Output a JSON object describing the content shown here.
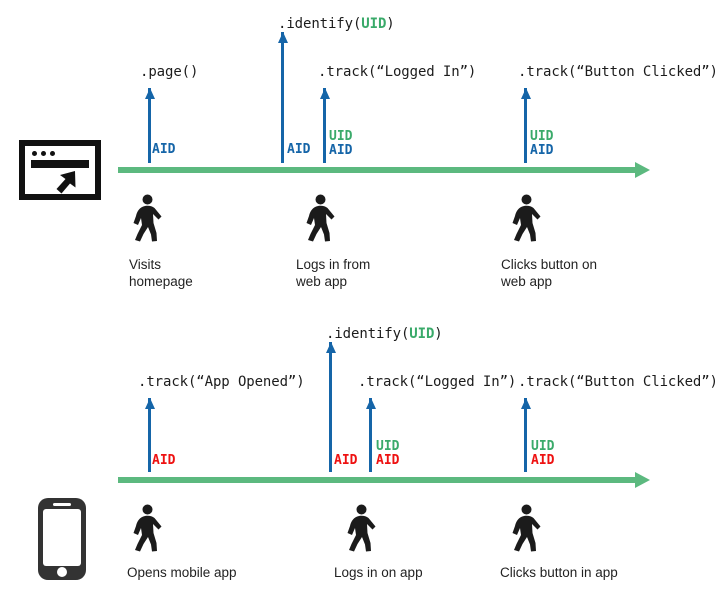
{
  "diagram": {
    "title": "Anonymous and User ID tracking across web and mobile timelines",
    "colors": {
      "timeline_green": "#5cb97f",
      "arrow_blue": "#1565a8",
      "uid_green": "#3aaa6a",
      "aid_blue": "#1565a8",
      "aid_red": "#ee1111",
      "icon_black": "#111111",
      "phone_gray": "#333333",
      "text_black": "#1c1c1c"
    },
    "tracks": [
      {
        "id": "web",
        "device_icon": "browser-window-icon",
        "events": [
          {
            "call_prefix": ".page()",
            "call_arg": "",
            "call_suffix": "",
            "ids": [
              {
                "label": "AID",
                "color_role": "aid-blue"
              }
            ]
          },
          {
            "call_prefix": ".identify(",
            "call_arg": "UID",
            "call_suffix": ")",
            "ids": [
              {
                "label": "AID",
                "color_role": "aid-blue"
              }
            ]
          },
          {
            "call_prefix": ".track(“Logged In”)",
            "call_arg": "",
            "call_suffix": "",
            "ids": [
              {
                "label": "UID",
                "color_role": "uid"
              },
              {
                "label": "AID",
                "color_role": "aid-blue"
              }
            ]
          },
          {
            "call_prefix": ".track(“Button Clicked”)",
            "call_arg": "",
            "call_suffix": "",
            "ids": [
              {
                "label": "UID",
                "color_role": "uid"
              },
              {
                "label": "AID",
                "color_role": "aid-blue"
              }
            ]
          }
        ],
        "steps": [
          {
            "caption": "Visits\nhomepage"
          },
          {
            "caption": "Logs in from\nweb app"
          },
          {
            "caption": "Clicks button on\nweb app"
          }
        ]
      },
      {
        "id": "mobile",
        "device_icon": "mobile-phone-icon",
        "events": [
          {
            "call_prefix": ".track(“App Opened”)",
            "call_arg": "",
            "call_suffix": "",
            "ids": [
              {
                "label": "AID",
                "color_role": "aid-red"
              }
            ]
          },
          {
            "call_prefix": ".identify(",
            "call_arg": "UID",
            "call_suffix": ")",
            "ids": [
              {
                "label": "AID",
                "color_role": "aid-red"
              }
            ]
          },
          {
            "call_prefix": ".track(“Logged In”)",
            "call_arg": "",
            "call_suffix": "",
            "ids": [
              {
                "label": "UID",
                "color_role": "uid"
              },
              {
                "label": "AID",
                "color_role": "aid-red"
              }
            ]
          },
          {
            "call_prefix": ".track(“Button Clicked”)",
            "call_arg": "",
            "call_suffix": "",
            "ids": [
              {
                "label": "UID",
                "color_role": "uid"
              },
              {
                "label": "AID",
                "color_role": "aid-red"
              }
            ]
          }
        ],
        "steps": [
          {
            "caption": "Opens mobile app"
          },
          {
            "caption": "Logs in on app"
          },
          {
            "caption": "Clicks button in app"
          }
        ]
      }
    ]
  }
}
